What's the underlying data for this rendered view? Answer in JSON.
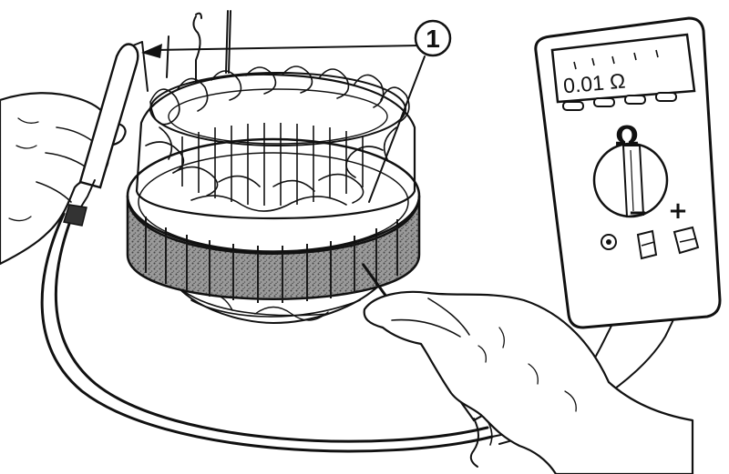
{
  "figure": {
    "callout_number": "1",
    "meter": {
      "reading": "0.01 Ω",
      "mode_symbol": "Ω",
      "minus_terminal": "−",
      "plus_terminal": "+"
    }
  },
  "colors": {
    "ink": "#111111",
    "background": "#ffffff",
    "core_stipple": "#7a7a7a"
  },
  "icons": {
    "callout": "circled-number",
    "meter": "digital-multimeter",
    "probe": "test-probe",
    "stator": "stator-coil"
  }
}
